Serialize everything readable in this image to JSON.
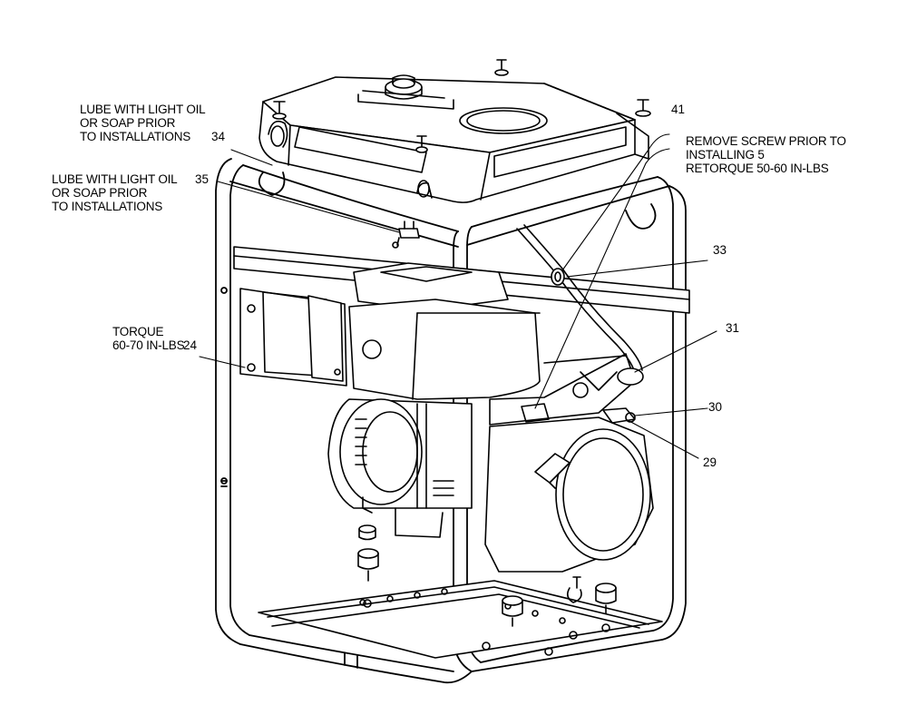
{
  "callouts": {
    "c34": {
      "number": "34",
      "note": "LUBE WITH LIGHT OIL\nOR SOAP PRIOR\nTO INSTALLATIONS"
    },
    "c35": {
      "number": "35",
      "note": "LUBE WITH LIGHT OIL\nOR SOAP PRIOR\nTO INSTALLATIONS"
    },
    "c24": {
      "number": "24",
      "note": "TORQUE\n60-70 IN-LBS"
    },
    "c41": {
      "number": "41",
      "note": "REMOVE SCREW PRIOR TO\nINSTALLING 5\nRETORQUE 50-60 IN-LBS"
    },
    "c33": {
      "number": "33"
    },
    "c31": {
      "number": "31"
    },
    "c30": {
      "number": "30"
    },
    "c29": {
      "number": "29"
    }
  },
  "colors": {
    "line": "#000000",
    "background": "#ffffff"
  }
}
